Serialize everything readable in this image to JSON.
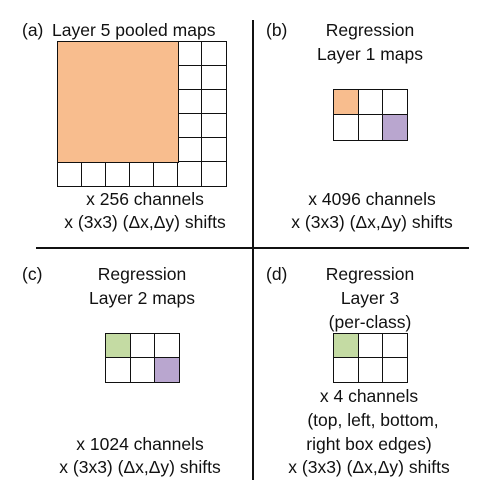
{
  "colors": {
    "orange": "#f8bd8e",
    "green": "#c4dba3",
    "purple": "#b9a6cf",
    "line": "#111111"
  },
  "panel_a": {
    "label": "(a)",
    "title": "Layer 5 pooled maps",
    "channels": "x 256 channels",
    "shifts": "x (3x3) (Δx,Δy) shifts",
    "grid": {
      "rows": 6,
      "cols": 7,
      "filled_block": "top-left 5x5",
      "fill_color": "orange"
    }
  },
  "panel_b": {
    "label": "(b)",
    "title_line1": "Regression",
    "title_line2": "Layer 1 maps",
    "channels": "x 4096 channels",
    "shifts": "x (3x3) (Δx,Δy) shifts",
    "grid": {
      "rows": 2,
      "cols": 3,
      "highlight": [
        {
          "row": 0,
          "col": 0,
          "color": "orange"
        },
        {
          "row": 1,
          "col": 2,
          "color": "purple"
        }
      ]
    }
  },
  "panel_c": {
    "label": "(c)",
    "title_line1": "Regression",
    "title_line2": "Layer 2 maps",
    "channels": "x 1024 channels",
    "shifts": "x (3x3) (Δx,Δy) shifts",
    "grid": {
      "rows": 2,
      "cols": 3,
      "highlight": [
        {
          "row": 0,
          "col": 0,
          "color": "green"
        },
        {
          "row": 1,
          "col": 2,
          "color": "purple"
        }
      ]
    }
  },
  "panel_d": {
    "label": "(d)",
    "title_line1": "Regression",
    "title_line2": "Layer 3",
    "title_line3": "(per-class)",
    "channels": "x 4 channels",
    "edges_line1": "(top, left, bottom,",
    "edges_line2": "right box edges)",
    "shifts": "x (3x3) (Δx,Δy) shifts",
    "grid": {
      "rows": 2,
      "cols": 3,
      "highlight": [
        {
          "row": 0,
          "col": 0,
          "color": "green"
        }
      ]
    }
  }
}
